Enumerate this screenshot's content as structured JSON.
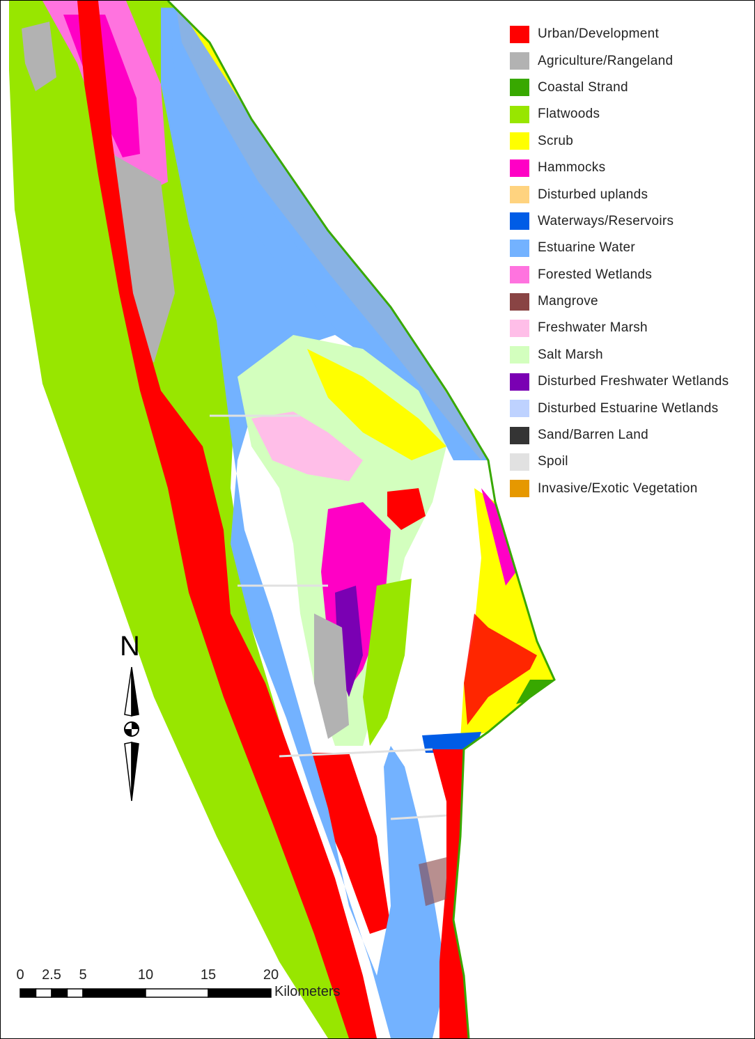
{
  "colors": {
    "urban": "#ff0000",
    "agriculture": "#b2b2b2",
    "coastal": "#38a800",
    "flatwoods": "#98e600",
    "scrub": "#ffff00",
    "hammocks": "#ff00c5",
    "disturbed_uplands": "#ffd37f",
    "waterways": "#005ce6",
    "estuarine": "#73b2ff",
    "forested_wetlands": "#ff73df",
    "mangrove": "#894444",
    "freshwater_marsh": "#ffbee8",
    "salt_marsh": "#d3ffbe",
    "disturbed_fw_wetlands": "#7a00b3",
    "disturbed_est_wetlands": "#bed2ff",
    "sand": "#343434",
    "spoil": "#e1e1e1",
    "invasive": "#e69800"
  },
  "legend": {
    "items": [
      {
        "label": "Urban/Development",
        "color": "#ff0000"
      },
      {
        "label": "Agriculture/Rangeland",
        "color": "#b2b2b2"
      },
      {
        "label": "Coastal Strand",
        "color": "#38a800"
      },
      {
        "label": "Flatwoods",
        "color": "#98e600"
      },
      {
        "label": "Scrub",
        "color": "#ffff00"
      },
      {
        "label": "Hammocks",
        "color": "#ff00c5"
      },
      {
        "label": "Disturbed uplands",
        "color": "#ffd37f"
      },
      {
        "label": "Waterways/Reservoirs",
        "color": "#005ce6"
      },
      {
        "label": "Estuarine Water",
        "color": "#73b2ff"
      },
      {
        "label": "Forested Wetlands",
        "color": "#ff73df"
      },
      {
        "label": "Mangrove",
        "color": "#894444"
      },
      {
        "label": "Freshwater Marsh",
        "color": "#ffbee8"
      },
      {
        "label": "Salt Marsh",
        "color": "#d3ffbe"
      },
      {
        "label": "Disturbed Freshwater Wetlands",
        "color": "#7a00b3"
      },
      {
        "label": "Disturbed Estuarine Wetlands",
        "color": "#bed2ff"
      },
      {
        "label": "Sand/Barren Land",
        "color": "#343434"
      },
      {
        "label": "Spoil",
        "color": "#e1e1e1"
      },
      {
        "label": "Invasive/Exotic Vegetation",
        "color": "#e69800"
      }
    ]
  },
  "north_arrow": {
    "letter": "N",
    "icon": "north-arrow-icon"
  },
  "scale_bar": {
    "ticks": [
      "0",
      "2.5",
      "5",
      "10",
      "15",
      "20"
    ],
    "units": "Kilometers"
  }
}
